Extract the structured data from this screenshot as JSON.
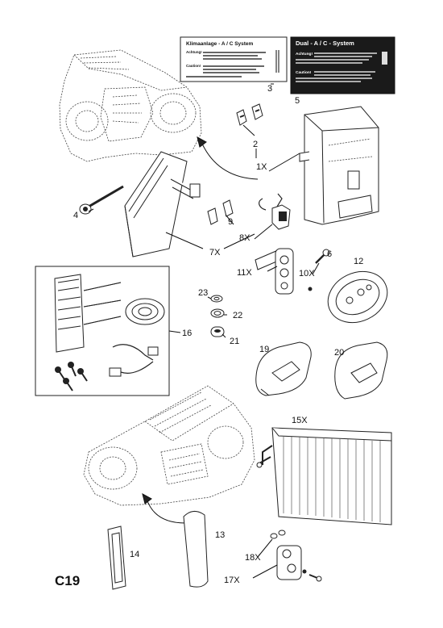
{
  "page": {
    "code": "C19"
  },
  "labels": {
    "label3": {
      "title": "Klimaanlage - A / C System",
      "rows": [
        "Achtung!",
        "Caution!"
      ]
    },
    "label5": {
      "title": "Dual - A / C - System",
      "rows": [
        "Achtung!",
        "Caution!"
      ]
    }
  },
  "callouts": {
    "c1x": "1X",
    "c2": "2",
    "c3": "3",
    "c4": "4",
    "c5": "5",
    "c6": "6",
    "c7x": "7X",
    "c8x": "8X",
    "c9": "9",
    "c10x": "10X",
    "c11x": "11X",
    "c12": "12",
    "c13": "13",
    "c14": "14",
    "c15x": "15X",
    "c16": "16",
    "c17x": "17X",
    "c18x": "18X",
    "c19": "19",
    "c20": "20",
    "c21": "21",
    "c22": "22",
    "c23": "23"
  },
  "colors": {
    "ink": "#111111",
    "label_dark": "#1a1a1a",
    "background": "#ffffff"
  }
}
